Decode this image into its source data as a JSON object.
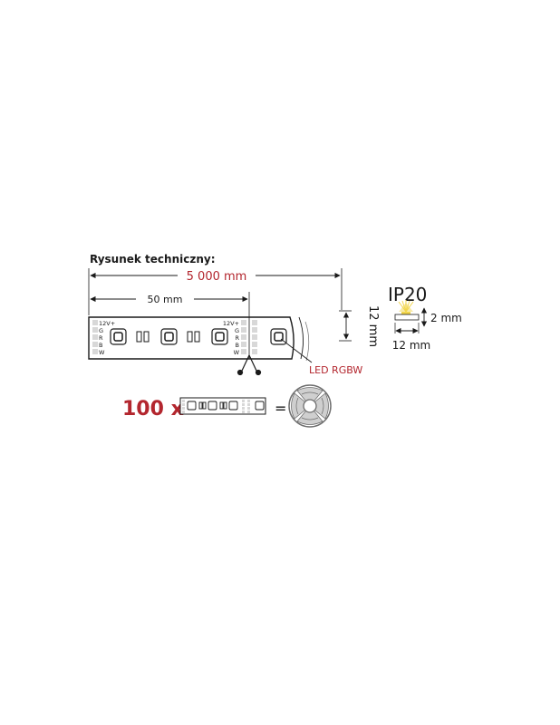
{
  "title": "Rysunek techniczny:",
  "dimensions": {
    "total_length": "5 000 mm",
    "segment_length": "50 mm",
    "strip_width_vertical": "12 mm",
    "profile_height": "2 mm",
    "profile_width": "12 mm"
  },
  "strip": {
    "pin_labels": [
      "12V+",
      "G",
      "R",
      "B",
      "W"
    ],
    "led_label": "LED RGBW"
  },
  "ip_rating": "IP20",
  "roll": {
    "quantity": "100 x",
    "equals": "="
  },
  "colors": {
    "accent_red": "#b3262e",
    "line": "#1a1a1a",
    "gray": "#6e6e6e",
    "light_gray": "#d8d8d8",
    "led_glow": "#f2d64b"
  },
  "icons": [
    "scissors-icon",
    "led-glow-icon",
    "reel-icon"
  ]
}
